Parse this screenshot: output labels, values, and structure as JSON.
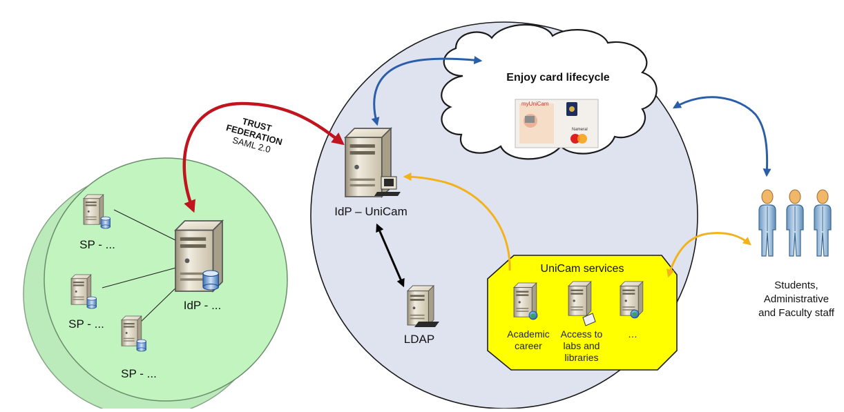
{
  "federation": {
    "title_line1": "TRUST",
    "title_line2": "FEDERATION",
    "protocol": "SAML 2.0"
  },
  "green_network": {
    "idp_label": "IdP - ...",
    "sp_labels": [
      "SP - ...",
      "SP - ...",
      "SP - ..."
    ]
  },
  "unicam": {
    "idp_label": "IdP – UniCam",
    "ldap_label": "LDAP",
    "cloud_title": "Enjoy card lifecycle",
    "card_text": "myUniCam",
    "services_title": "UniCam services",
    "services": [
      {
        "line1": "Academic",
        "line2": "career",
        "line3": ""
      },
      {
        "line1": "Access to",
        "line2": "labs and",
        "line3": "libraries"
      },
      {
        "line1": "…",
        "line2": "",
        "line3": ""
      }
    ]
  },
  "users": {
    "line1": "Students,",
    "line2": "Administrative",
    "line3": "and Faculty staff"
  },
  "colors": {
    "green_circle": "#bff2bf",
    "blue_circle": "#dfe3f0",
    "services_fill": "#ffff00",
    "trust_arrow": "#c0141e",
    "blue_arrow": "#2a5ea8",
    "yellow_arrow": "#f2b21b",
    "ldap_arrow": "#000000"
  },
  "icons": [
    "server-icon",
    "database-icon",
    "globe-icon",
    "person-icon",
    "cloud-icon",
    "card-icon",
    "keyboard-icon"
  ]
}
